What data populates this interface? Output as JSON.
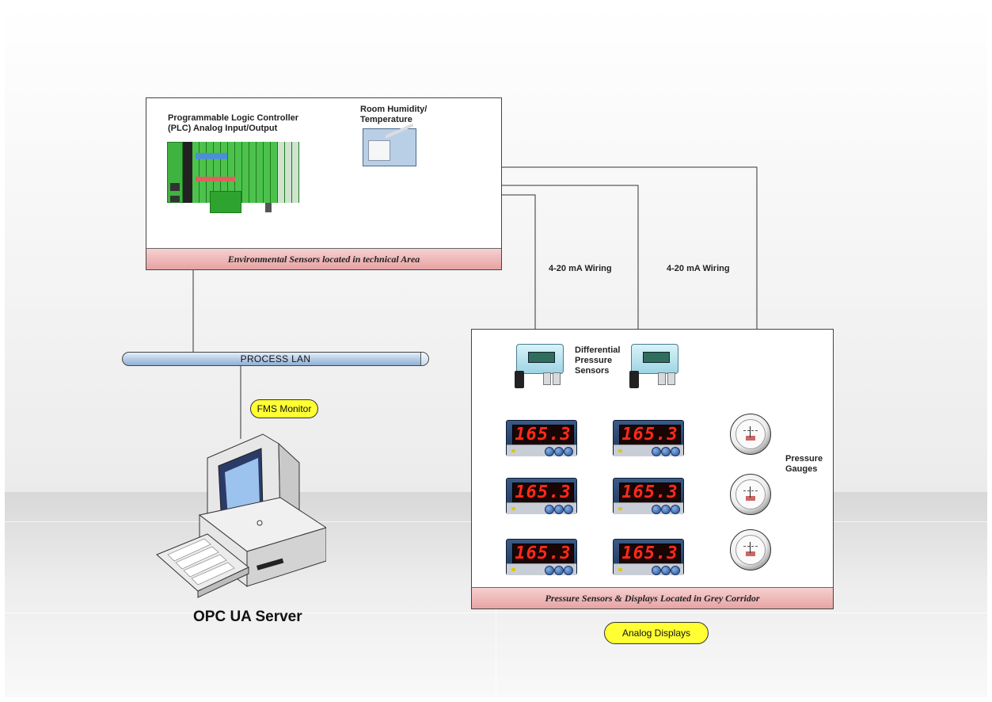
{
  "panels": {
    "environmental_caption": "Environmental Sensors located in technical Area",
    "pressure_caption": "Pressure Sensors & Displays Located in Grey Corridor"
  },
  "labels": {
    "plc_line1": "Programmable Logic Controller",
    "plc_line2": "(PLC) Analog Input/Output",
    "humidity_line1": "Room Humidity/",
    "humidity_line2": "Temperature",
    "wiring_left": "4-20 mA Wiring",
    "wiring_right": "4-20 mA Wiring",
    "dp_line1": "Differential",
    "dp_line2": "Pressure",
    "dp_line3": "Sensors",
    "gauges_line1": "Pressure",
    "gauges_line2": "Gauges",
    "server": "OPC UA Server"
  },
  "network": {
    "lan_label": "PROCESS LAN"
  },
  "callouts": {
    "fms_monitor": "FMS Monitor",
    "analog_displays": "Analog Displays"
  },
  "displays": {
    "readout": "165.3",
    "count": 6
  },
  "colors": {
    "callout_fill": "#ffff33",
    "caption_band": "#e7a3a3",
    "plc_green": "#4cc24c",
    "lan_blue": "#b7cde6",
    "readout_red": "#ff2a1a"
  },
  "icons": [
    "plc-controller-icon",
    "humidity-sensor-icon",
    "differential-pressure-sensor-icon",
    "digital-display-icon",
    "pressure-gauge-icon",
    "computer-workstation-icon"
  ]
}
